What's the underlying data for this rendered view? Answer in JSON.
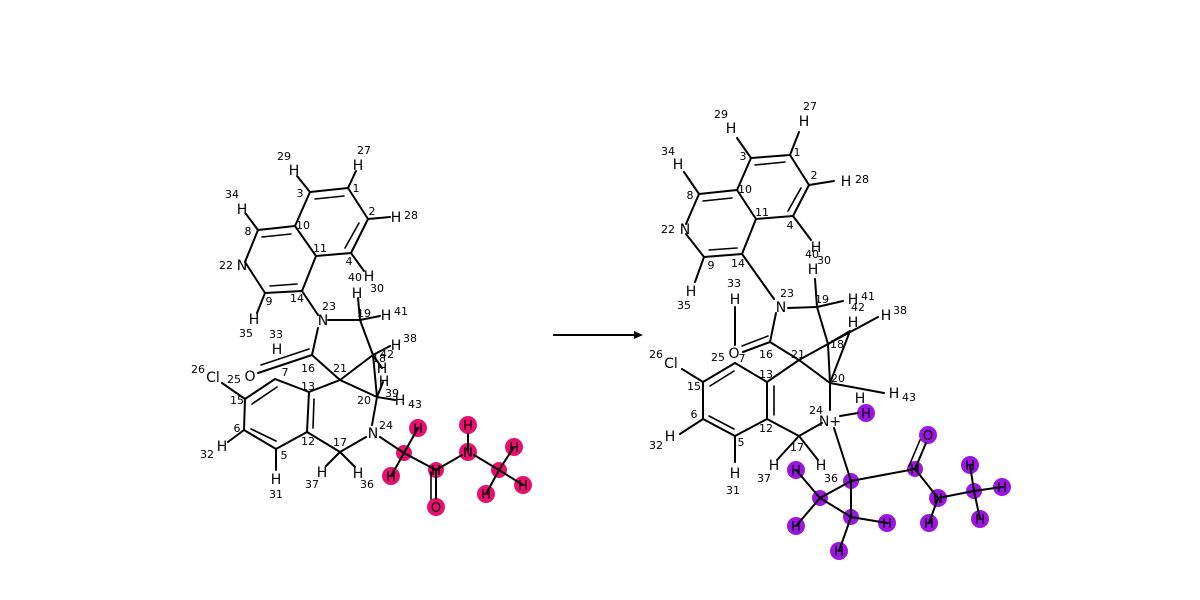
{
  "colors": {
    "reactant_highlight": "#e8106f",
    "product_highlight": "#9b16e0",
    "bond": "#000000",
    "background": "#ffffff"
  },
  "arrow": {
    "direction": "right"
  },
  "reactant": {
    "atoms": [
      {
        "el": "H",
        "idx": "27"
      },
      {
        "el": "H",
        "idx": "29"
      },
      {
        "el": "H",
        "idx": "34"
      },
      {
        "el": "H",
        "idx": "28"
      },
      {
        "el": "N",
        "idx": "22"
      },
      {
        "el": "H",
        "idx": "40"
      },
      {
        "el": "H",
        "idx": "30"
      },
      {
        "el": "H",
        "idx": "35"
      },
      {
        "el": "N",
        "idx": "23"
      },
      {
        "el": "H",
        "idx": "41"
      },
      {
        "el": "H",
        "idx": "38"
      },
      {
        "el": "H",
        "idx": "33"
      },
      {
        "el": "O",
        "idx": "7"
      },
      {
        "el": "Cl",
        "idx": "26"
      },
      {
        "el": "H",
        "idx": "42"
      },
      {
        "el": "H",
        "idx": "39"
      },
      {
        "el": "H",
        "idx": "43"
      },
      {
        "el": "N",
        "idx": "24"
      },
      {
        "el": "H",
        "idx": "32"
      },
      {
        "el": "H",
        "idx": "31"
      },
      {
        "el": "H",
        "idx": "37"
      },
      {
        "el": "H",
        "idx": "36"
      }
    ],
    "ring_indices": [
      "1",
      "2",
      "3",
      "4",
      "8",
      "9",
      "10",
      "11",
      "14",
      "19",
      "16",
      "21",
      "18",
      "25",
      "15",
      "13",
      "20",
      "6",
      "12",
      "17",
      "5"
    ],
    "highlighted": [
      "H",
      "H",
      "H",
      "H",
      "H",
      "H",
      "H",
      "O",
      "N"
    ]
  },
  "product": {
    "atoms": [
      {
        "el": "H",
        "idx": "29"
      },
      {
        "el": "H",
        "idx": "27"
      },
      {
        "el": "H",
        "idx": "34"
      },
      {
        "el": "H",
        "idx": "28"
      },
      {
        "el": "N",
        "idx": "22"
      },
      {
        "el": "H",
        "idx": "40"
      },
      {
        "el": "H",
        "idx": "30"
      },
      {
        "el": "H",
        "idx": "35"
      },
      {
        "el": "H",
        "idx": "33"
      },
      {
        "el": "N",
        "idx": "23"
      },
      {
        "el": "H",
        "idx": "41"
      },
      {
        "el": "H",
        "idx": "42"
      },
      {
        "el": "H",
        "idx": "38"
      },
      {
        "el": "O",
        "idx": "7"
      },
      {
        "el": "Cl",
        "idx": "26"
      },
      {
        "el": "N+",
        "idx": "24"
      },
      {
        "el": "H",
        "idx": "43"
      },
      {
        "el": "H",
        "idx": "32"
      },
      {
        "el": "H",
        "idx": "31"
      },
      {
        "el": "H",
        "idx": "37"
      },
      {
        "el": "H",
        "idx": "36"
      }
    ],
    "ring_indices": [
      "1",
      "2",
      "3",
      "4",
      "8",
      "9",
      "10",
      "11",
      "14",
      "19",
      "16",
      "21",
      "18",
      "25",
      "15",
      "13",
      "20",
      "6",
      "12",
      "17",
      "5"
    ],
    "highlighted": [
      "H",
      "H",
      "H",
      "H",
      "H",
      "H",
      "H",
      "H",
      "H",
      "H",
      "O",
      "N"
    ]
  }
}
